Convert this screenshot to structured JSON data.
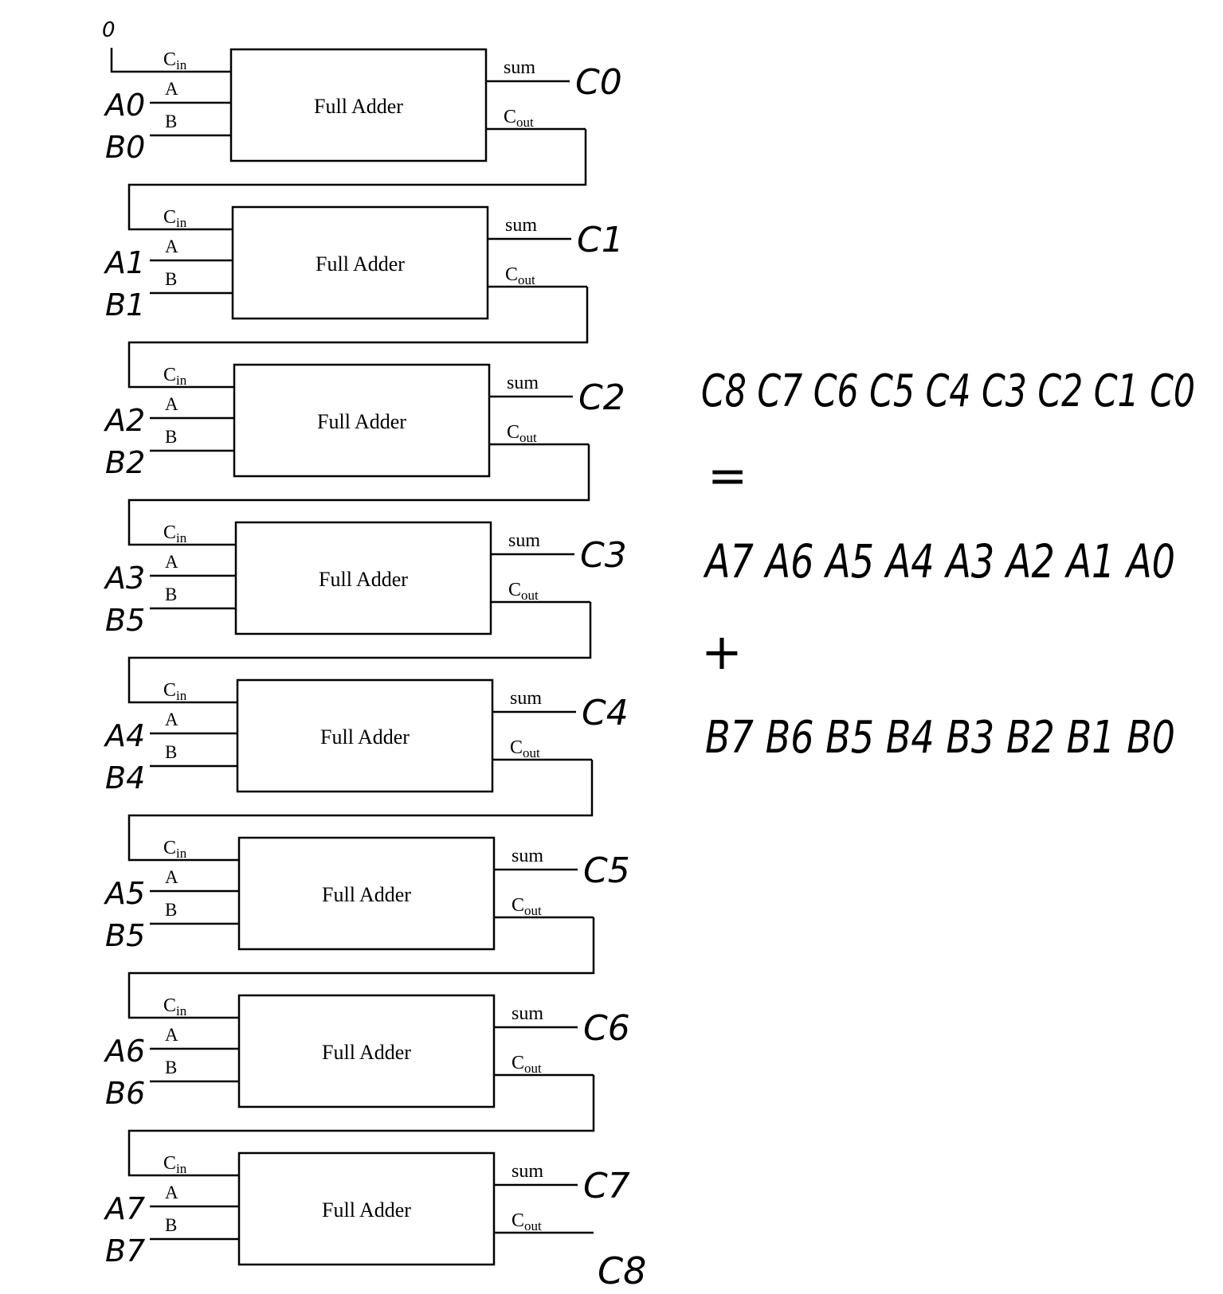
{
  "carry_in_value": "0",
  "port_labels": {
    "cin_main": "C",
    "cin_sub": "in",
    "a": "A",
    "b": "B",
    "sum": "sum",
    "cout_main": "C",
    "cout_sub": "out",
    "block": "Full Adder"
  },
  "stages": [
    {
      "a_label": "A0",
      "b_label": "B0",
      "sum_label": "C0"
    },
    {
      "a_label": "A1",
      "b_label": "B1",
      "sum_label": "C1"
    },
    {
      "a_label": "A2",
      "b_label": "B2",
      "sum_label": "C2"
    },
    {
      "a_label": "A3",
      "b_label": "B5",
      "sum_label": "C3"
    },
    {
      "a_label": "A4",
      "b_label": "B4",
      "sum_label": "C4"
    },
    {
      "a_label": "A5",
      "b_label": "B5",
      "sum_label": "C5"
    },
    {
      "a_label": "A6",
      "b_label": "B6",
      "sum_label": "C6"
    },
    {
      "a_label": "A7",
      "b_label": "B7",
      "sum_label": "C7"
    }
  ],
  "final_carry_label": "C8",
  "equation": {
    "result": "C8 C7 C6 C5 C4 C3 C2 C1 C0",
    "equals": "=",
    "addend_a": "A7 A6 A5 A4 A3 A2 A1 A0",
    "plus": "+",
    "addend_b": "B7 B6 B5 B4 B3 B2 B1 B0"
  }
}
